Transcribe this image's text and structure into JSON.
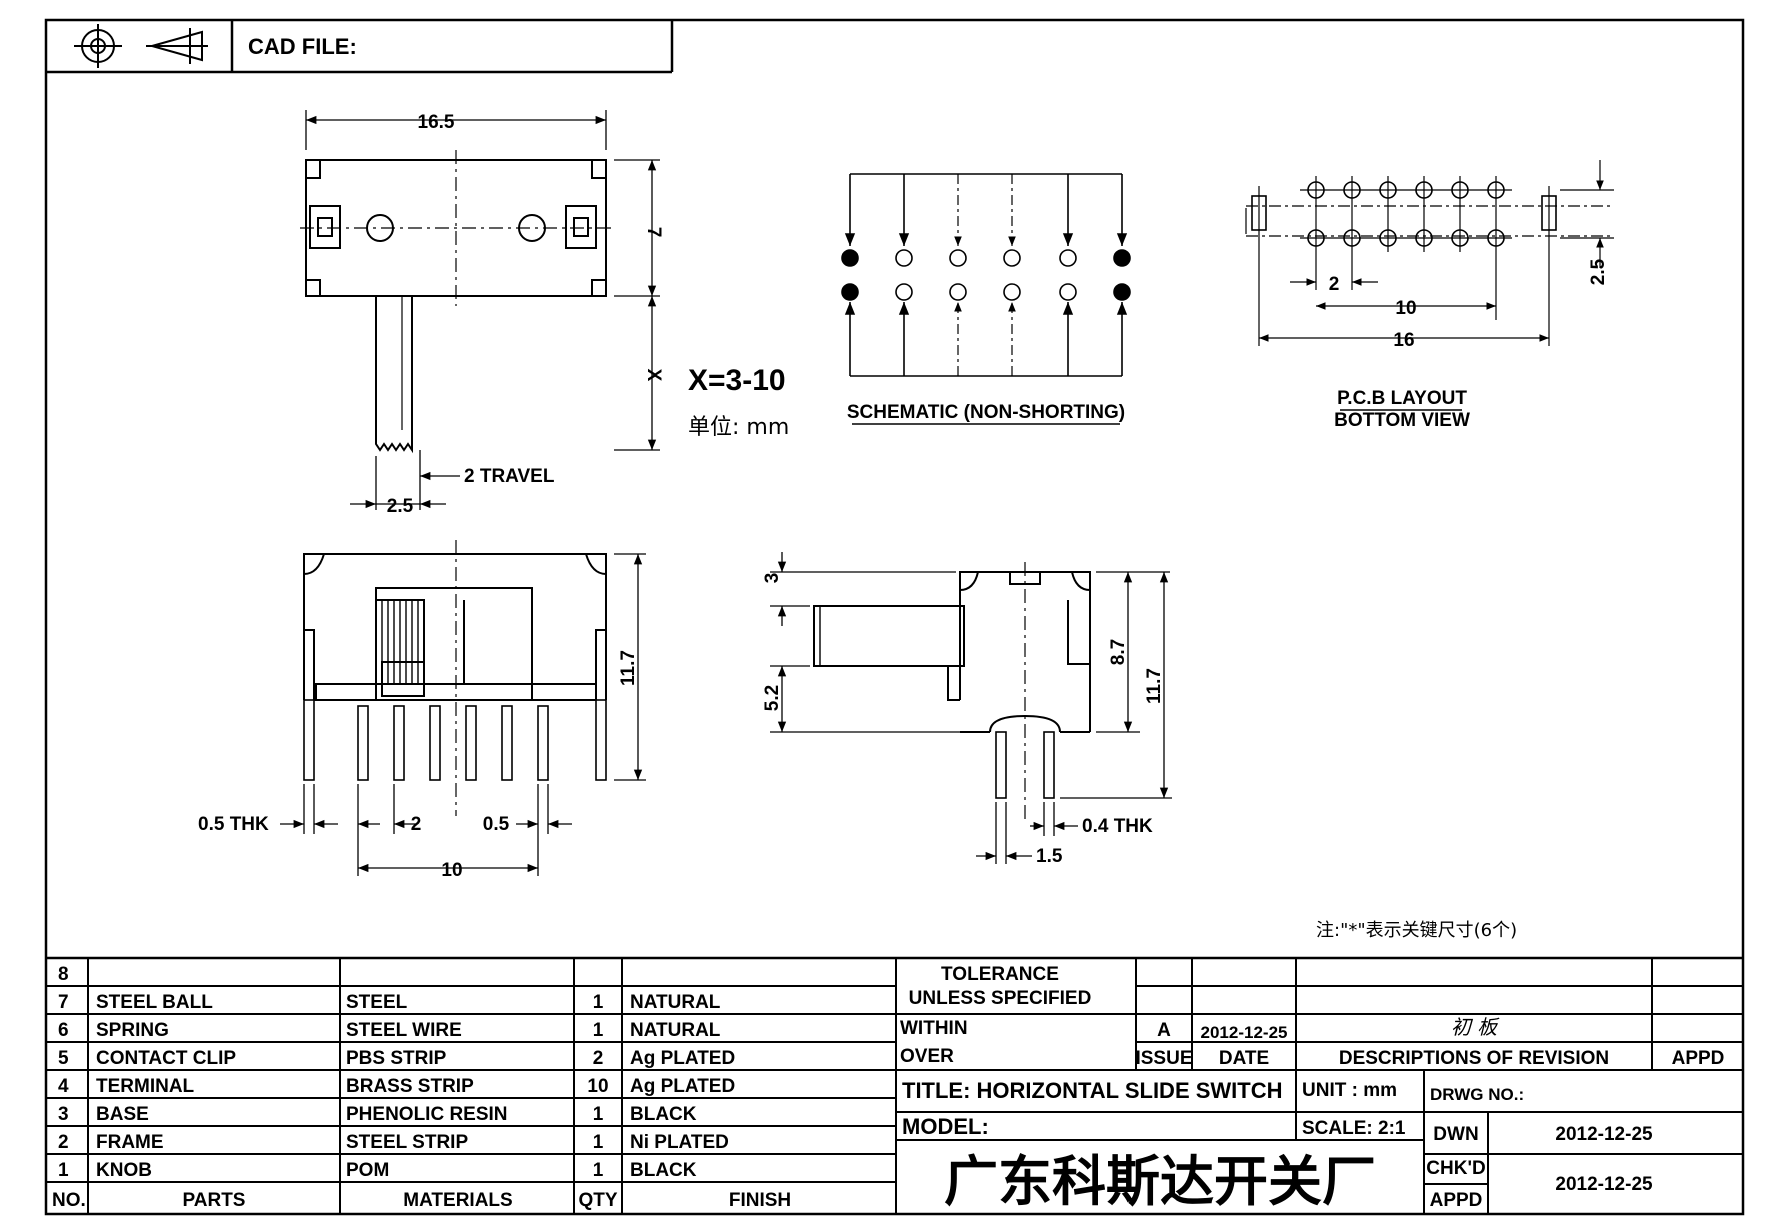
{
  "header": {
    "cad_file_label": "CAD FILE:"
  },
  "top_view": {
    "width": "16.5",
    "height": "7",
    "stroke": "X",
    "pitch": "2.5",
    "travel": "2 TRAVEL"
  },
  "note_x": {
    "range": "X=3-10",
    "unit": "单位: mm"
  },
  "schematic": {
    "label": "SCHEMATIC (NON-SHORTING)"
  },
  "pcb": {
    "pitch": "2",
    "span1": "10",
    "span2": "16",
    "row": "2.5",
    "label1": "P.C.B LAYOUT",
    "label2": "BOTTOM VIEW"
  },
  "front_view": {
    "height": "11.7",
    "thk": "0.5 THK",
    "pitch": "2",
    "pin": "0.5",
    "span": "10"
  },
  "side_view": {
    "top": "3",
    "knob": "5.2",
    "h1": "8.7",
    "h2": "11.7",
    "thk": "0.4 THK",
    "pin": "1.5"
  },
  "footnote": "注:\"*\"表示关键尺寸(6个)",
  "bom": {
    "headers": {
      "no": "NO.",
      "parts": "PARTS",
      "materials": "MATERIALS",
      "qty": "QTY",
      "finish": "FINISH"
    },
    "rows": [
      {
        "no": "8",
        "part": "",
        "material": "",
        "qty": "",
        "finish": ""
      },
      {
        "no": "7",
        "part": "STEEL BALL",
        "material": "STEEL",
        "qty": "1",
        "finish": "NATURAL"
      },
      {
        "no": "6",
        "part": "SPRING",
        "material": "STEEL WIRE",
        "qty": "1",
        "finish": "NATURAL"
      },
      {
        "no": "5",
        "part": "CONTACT CLIP",
        "material": "PBS STRIP",
        "qty": "2",
        "finish": "Ag PLATED"
      },
      {
        "no": "4",
        "part": "TERMINAL",
        "material": "BRASS STRIP",
        "qty": "10",
        "finish": "Ag PLATED"
      },
      {
        "no": "3",
        "part": "BASE",
        "material": "PHENOLIC RESIN",
        "qty": "1",
        "finish": "BLACK"
      },
      {
        "no": "2",
        "part": "FRAME",
        "material": "STEEL STRIP",
        "qty": "1",
        "finish": "Ni PLATED"
      },
      {
        "no": "1",
        "part": "KNOB",
        "material": "POM",
        "qty": "1",
        "finish": "BLACK"
      }
    ]
  },
  "title_block": {
    "tolerance": "TOLERANCE",
    "unless": "UNLESS   SPECIFIED",
    "within": "WITHIN",
    "over": "OVER",
    "issue_value": "A",
    "issue_date": "2012-12-25",
    "revision_note": "初 板",
    "issue_label": "ISSUE",
    "date_label": "DATE",
    "desc_label": "DESCRIPTIONS OF REVISION",
    "appd_label": "APPD",
    "title": "TITLE: HORIZONTAL SLIDE SWITCH",
    "unit": "UNIT : mm",
    "drwg_no": "DRWG NO.:",
    "model": "MODEL:",
    "scale": "SCALE: 2:1",
    "dwn": "DWN",
    "dwn_date": "2012-12-25",
    "chkd": "CHK'D",
    "chkd_date": "2012-12-25",
    "appd": "APPD",
    "company": "广东科斯达开关厂"
  }
}
